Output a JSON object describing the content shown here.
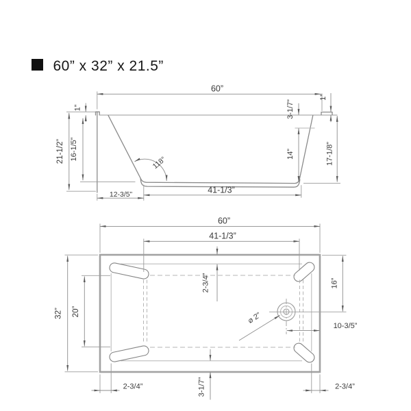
{
  "title": "60” x 32” x 21.5”",
  "side_view": {
    "dims": {
      "length": "60”",
      "rim_lip_left": "1”",
      "inner_depth": "16-1/5”",
      "overall_height": "21-1/2”",
      "wall_angle": "118°",
      "slope_run": "12-3/5”",
      "floor_length": "41-1/3”",
      "rim_to_waterline": "3-1/7”",
      "water_depth": "14”",
      "end_wall_height": "17-1/8”",
      "rim_lip_right": "1”"
    }
  },
  "top_view": {
    "dims": {
      "length": "60”",
      "floor_length": "41-1/3”",
      "deck_top": "2-3/4”",
      "drain_offset_vertical": "16”",
      "drain_diameter": "⌀ 2”",
      "drain_offset_horizontal": "10-3/5”",
      "width": "32”",
      "floor_width": "20”",
      "deck_left": "2-3/4”",
      "deck_bottom": "3-1/7”",
      "deck_right": "2-3/4”"
    }
  }
}
